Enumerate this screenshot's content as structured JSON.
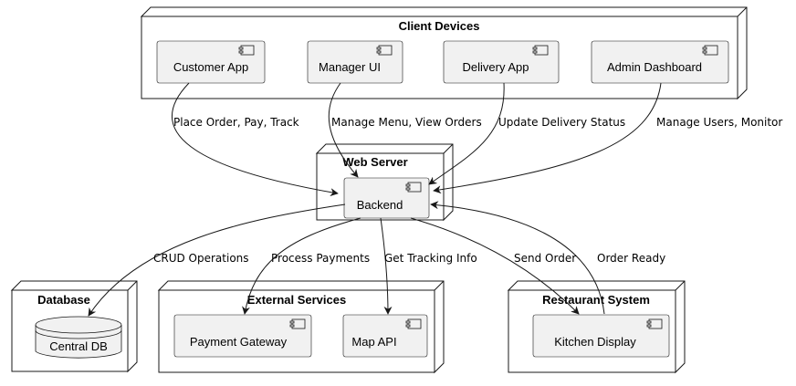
{
  "nodes": {
    "client_devices": {
      "title": "Client Devices",
      "components": [
        "Customer App",
        "Manager UI",
        "Delivery App",
        "Admin Dashboard"
      ]
    },
    "web_server": {
      "title": "Web Server",
      "components": [
        "Backend"
      ]
    },
    "database": {
      "title": "Database",
      "databases": [
        "Central DB"
      ]
    },
    "external_services": {
      "title": "External Services",
      "components": [
        "Payment Gateway",
        "Map API"
      ]
    },
    "restaurant_system": {
      "title": "Restaurant System",
      "components": [
        "Kitchen Display"
      ]
    }
  },
  "edges": [
    {
      "from": "Customer App",
      "to": "Backend",
      "label": "Place Order, Pay, Track"
    },
    {
      "from": "Manager UI",
      "to": "Backend",
      "label": "Manage Menu, View Orders"
    },
    {
      "from": "Delivery App",
      "to": "Backend",
      "label": "Update Delivery Status"
    },
    {
      "from": "Admin Dashboard",
      "to": "Backend",
      "label": "Manage Users, Monitor"
    },
    {
      "from": "Backend",
      "to": "Central DB",
      "label": "CRUD Operations"
    },
    {
      "from": "Backend",
      "to": "Payment Gateway",
      "label": "Process Payments"
    },
    {
      "from": "Backend",
      "to": "Map API",
      "label": "Get Tracking Info"
    },
    {
      "from": "Backend",
      "to": "Kitchen Display",
      "label": "Send Order"
    },
    {
      "from": "Kitchen Display",
      "to": "Backend",
      "label": "Order Ready"
    }
  ]
}
